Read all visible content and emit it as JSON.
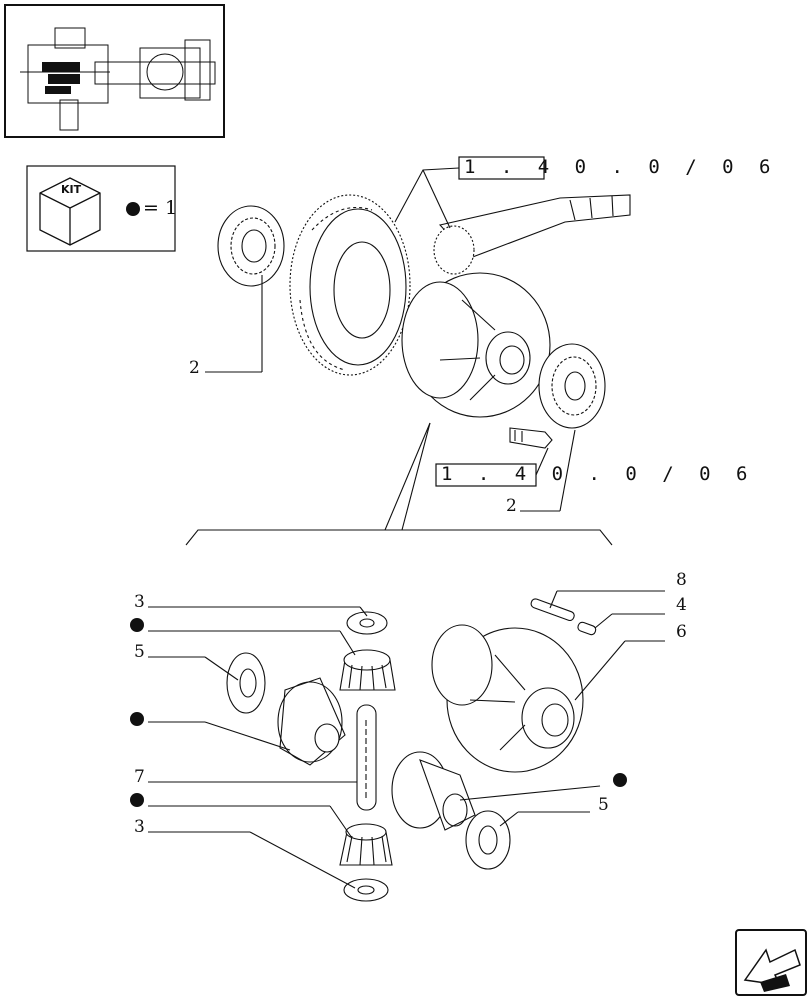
{
  "references": {
    "ref_top": "1 . 4 0 . 0 / 0 6",
    "ref_mid": "1 . 4 0 . 0 / 0 6"
  },
  "kit_legend": {
    "box_label": "KIT",
    "equals_text": "= 1"
  },
  "callouts": {
    "c2a": "2",
    "c2b": "2",
    "c3a": "3",
    "c3b": "3",
    "c5a": "5",
    "c5b": "5",
    "c7": "7",
    "c8": "8",
    "c4": "4",
    "c6": "6"
  },
  "icons": {
    "thumbnail": "axle-assembly-thumbnail",
    "kit": "kit-cube-icon",
    "nav": "next-page-arrow-icon"
  },
  "colors": {
    "line": "#111111",
    "background": "#ffffff"
  }
}
